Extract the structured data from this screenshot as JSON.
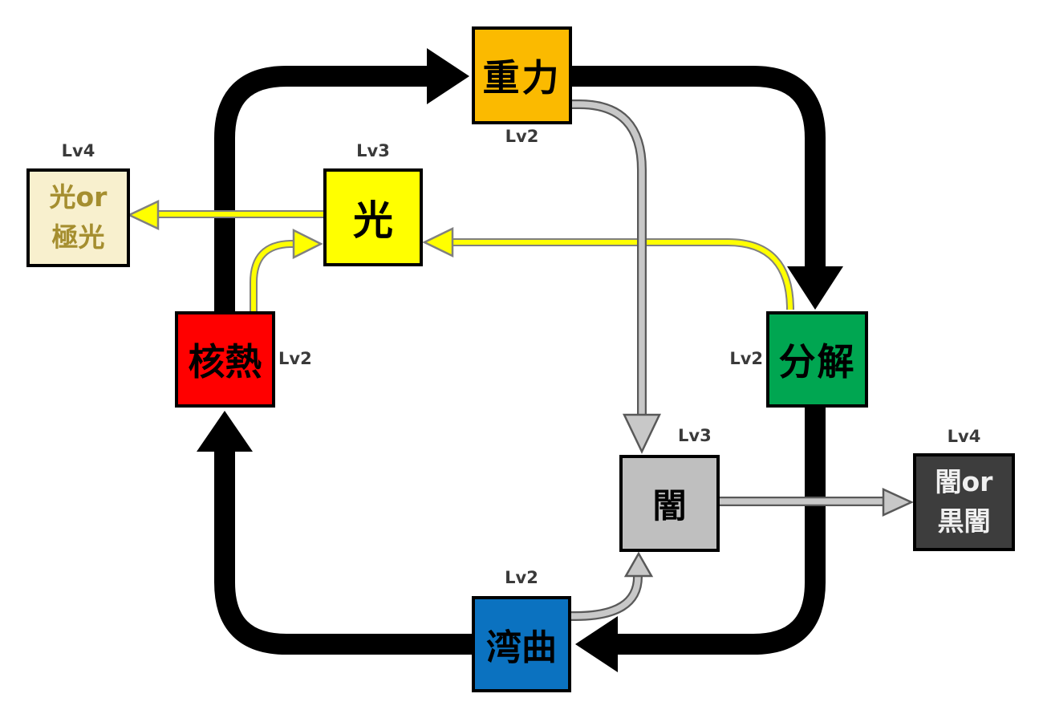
{
  "diagram_title": "element-combination-cycle-diagram",
  "nodes": {
    "gravity": {
      "label": "重力",
      "level": "Lv2",
      "fill": "#FBBA00",
      "text": "#000000"
    },
    "light_or_aurora": {
      "line1": "光or",
      "line2": "極光",
      "level": "Lv4",
      "fill": "#F8F0CE",
      "text": "#A58E2F"
    },
    "light": {
      "label": "光",
      "level": "Lv3",
      "fill": "#FFFF00",
      "text": "#000000"
    },
    "nuclear_heat": {
      "label": "核熱",
      "level": "Lv2",
      "fill": "#FF0000",
      "text": "#000000"
    },
    "decompose": {
      "label": "分解",
      "level": "Lv2",
      "fill": "#00A651",
      "text": "#000000"
    },
    "darkness": {
      "label": "闇",
      "level": "Lv3",
      "fill": "#BFBFBF",
      "text": "#000000"
    },
    "darkness_or_black": {
      "line1": "闇or",
      "line2": "黒闇",
      "level": "Lv4",
      "fill": "#3D3D3D",
      "text": "#F0F0F0"
    },
    "curve": {
      "label": "湾曲",
      "level": "Lv2",
      "fill": "#0B72C0",
      "text": "#000000"
    }
  },
  "edges": {
    "cycle_color": "#000000",
    "light_color": "#FFFF00",
    "light_outline": "#808080",
    "dark_color": "#C8C8C8",
    "dark_outline": "#595959",
    "list": [
      {
        "from": "核熱",
        "to": "重力",
        "style": "thick-black"
      },
      {
        "from": "重力",
        "to": "分解",
        "style": "thick-black"
      },
      {
        "from": "分解",
        "to": "湾曲",
        "style": "thick-black"
      },
      {
        "from": "湾曲",
        "to": "核熱",
        "style": "thick-black"
      },
      {
        "from": "核熱",
        "to": "光",
        "style": "yellow"
      },
      {
        "from": "分解",
        "to": "光",
        "style": "yellow"
      },
      {
        "from": "光",
        "to": "光or極光",
        "style": "yellow"
      },
      {
        "from": "重力",
        "to": "闇",
        "style": "gray"
      },
      {
        "from": "湾曲",
        "to": "闇",
        "style": "gray"
      },
      {
        "from": "闇",
        "to": "闇or黒闇",
        "style": "gray"
      }
    ]
  }
}
